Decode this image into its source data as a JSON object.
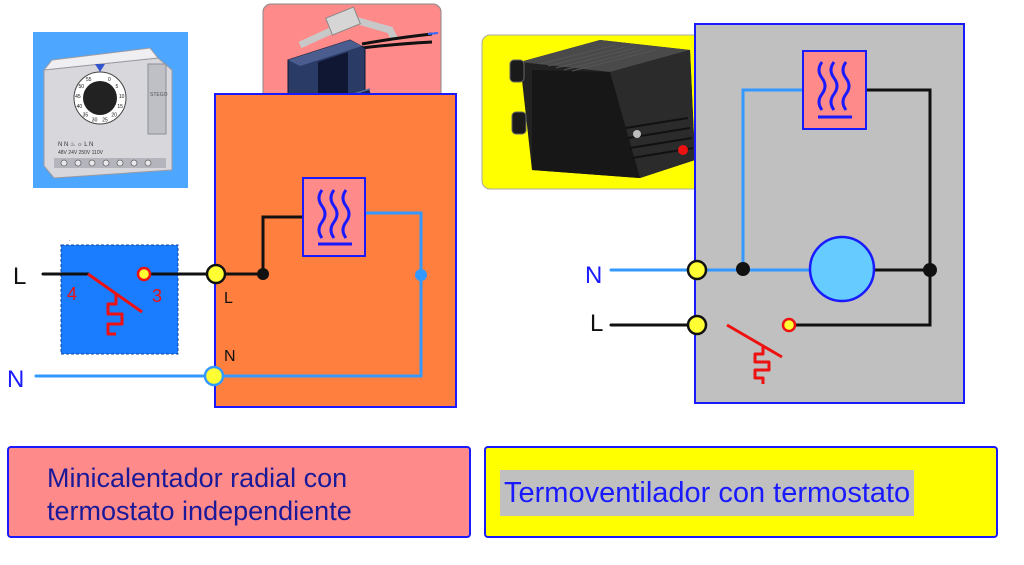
{
  "left_circuit": {
    "line_label": "L",
    "neutral_label": "N",
    "terminal_l": "L",
    "terminal_n": "N",
    "contact_4": "4",
    "contact_3": "3",
    "caption_line1": "Minicalentador radial con",
    "caption_line2": "termostato independiente"
  },
  "right_circuit": {
    "neutral_label": "N",
    "line_label": "L",
    "caption": "Termoventilador con termostato"
  },
  "thermostat_photo": {
    "dial_numbers": [
      "0",
      "5",
      "10",
      "15",
      "20",
      "25",
      "30",
      "35",
      "40",
      "45",
      "50",
      "55"
    ],
    "terminal_labels": "N  N  ♨  ☼  L  N",
    "voltage_labels": "48V 24V   250V 110V",
    "brand": "STEGO"
  },
  "colors": {
    "wire_blue": "#3399ff",
    "wire_black": "#111111",
    "switch_red": "#ee1111",
    "orange_box": "#ff7f3f",
    "gray_box": "#c0c0c0",
    "pink_box": "#ff8a8a",
    "yellow_box": "#ffff00",
    "dark_blue": "#1a1aff",
    "terminal_yellow": "#ffff33"
  },
  "icons": [
    "heater-icon",
    "fan-motor-icon",
    "thermostat-switch-icon"
  ]
}
